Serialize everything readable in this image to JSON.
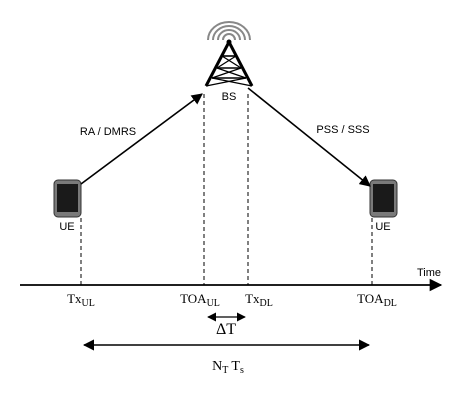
{
  "nodes": {
    "bs_label": "BS",
    "ue_left_label": "UE",
    "ue_right_label": "UE"
  },
  "links": {
    "uplink_label": "RA / DMRS",
    "downlink_label": "PSS / SSS"
  },
  "timeline": {
    "axis_label": "Time",
    "tx_ul": {
      "main": "Tx",
      "sub": "UL"
    },
    "toa_ul": {
      "main": "TOA",
      "sub": "UL"
    },
    "tx_dl": {
      "main": "Tx",
      "sub": "DL"
    },
    "toa_dl": {
      "main": "TOA",
      "sub": "DL"
    }
  },
  "intervals": {
    "delta_t": "ΔT",
    "nt_ts": {
      "n": "N",
      "n_sub": "T",
      "t": "T",
      "t_sub": "s"
    }
  },
  "colors": {
    "ink": "#000000",
    "device_body": "#7a7a7a",
    "device_screen": "#1a1a1a",
    "signal_arc": "#888888"
  },
  "icons": {
    "base_station": "cell-tower-icon",
    "user_equipment": "smartphone-icon"
  }
}
